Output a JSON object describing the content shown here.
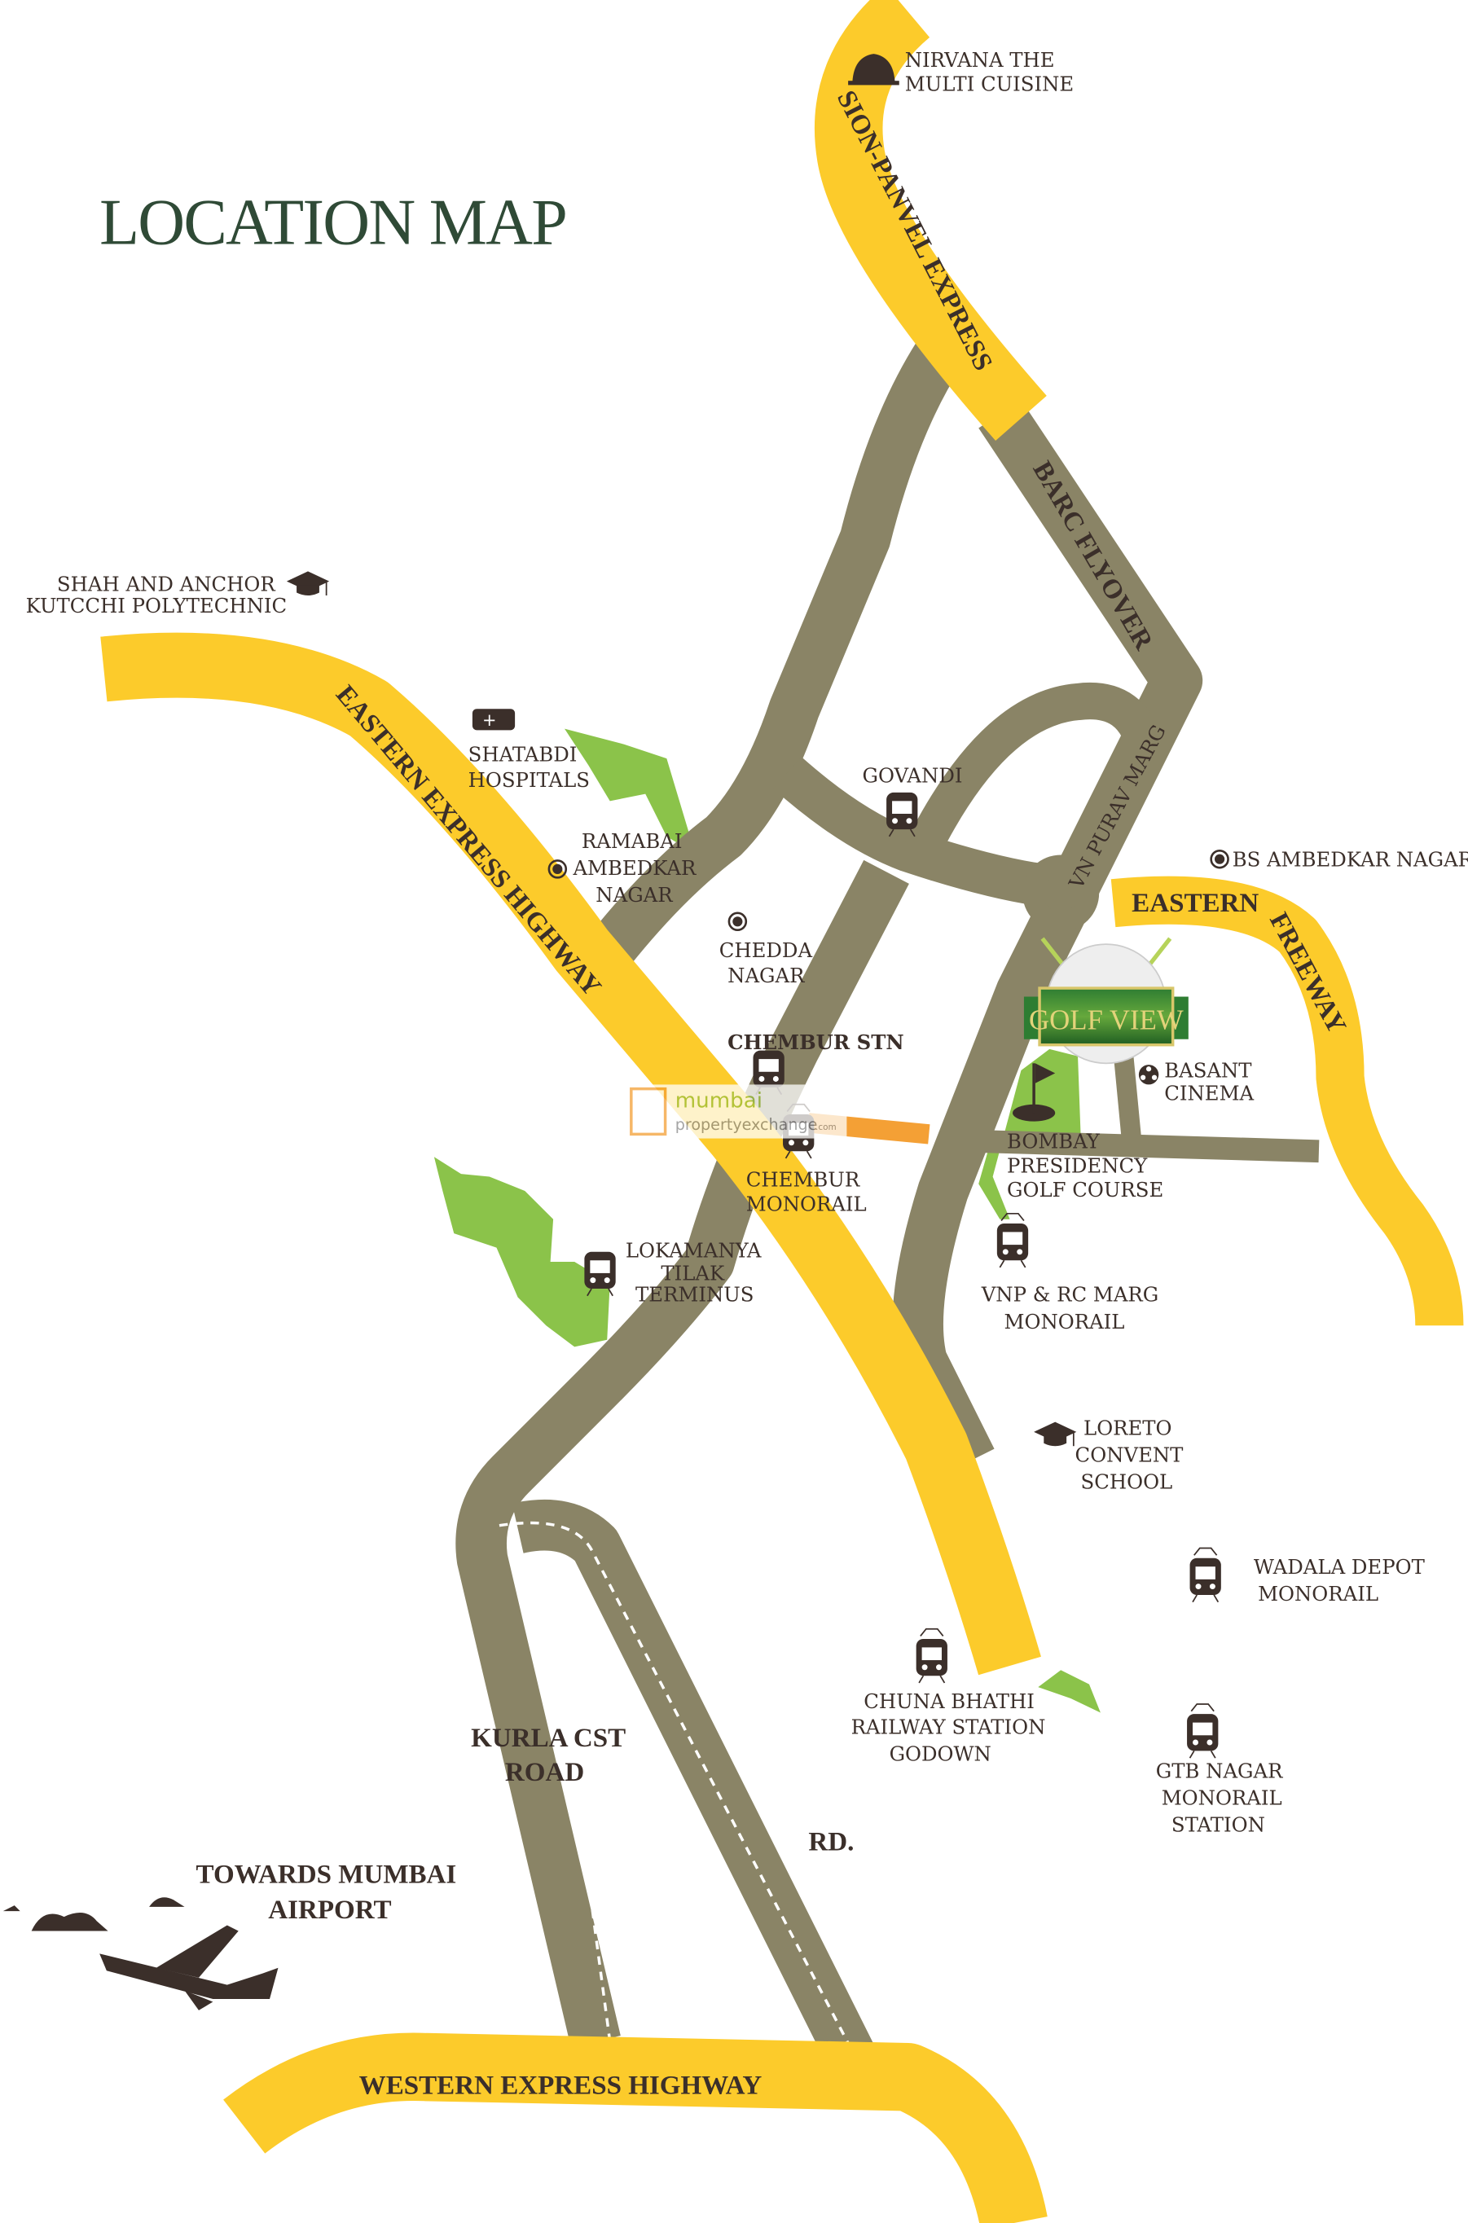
{
  "title": "LOCATION MAP",
  "colors": {
    "major_road": "#fccb2b",
    "minor_road": "#8a8466",
    "green_area": "#8bc34a",
    "connector": "#f4a035",
    "text": "#3b2f2a",
    "title": "#2f4a36"
  },
  "roads": {
    "sion_panvel": "SION-PANVEL EXPRESS",
    "barc": "BARC FLYOVER",
    "vn_purav": "VN PURAV MARG",
    "eeh": "EASTERN EXPRESS HIGHWAY",
    "eastern_freeway_1": "EASTERN",
    "eastern_freeway_2": "FREEWAY",
    "kurla_1": "KURLA CST",
    "kurla_2": "ROAD",
    "rd": "RD.",
    "weh": "WESTERN EXPRESS HIGHWAY"
  },
  "places": {
    "nirvana": [
      "NIRVANA THE",
      "MULTI CUISINE"
    ],
    "shah": [
      "SHAH  AND ANCHOR",
      "KUTCCHI POLYTECHNIC"
    ],
    "shatabdi": [
      "SHATABDI",
      "HOSPITALS"
    ],
    "ramabai": [
      "RAMABAI",
      "AMBEDKAR",
      "NAGAR"
    ],
    "govandi": "GOVANDI",
    "chedda": [
      "CHEDDA",
      "NAGAR"
    ],
    "bs_ambedkar": "BS AMBEDKAR NAGAR",
    "chembur_stn": "CHEMBUR STN",
    "basant": [
      "BASANT",
      "CINEMA"
    ],
    "bombay_presidency": [
      "BOMBAY",
      "PRESIDENCY",
      "GOLF COURSE"
    ],
    "chembur_monorail": [
      "CHEMBUR",
      "MONORAIL"
    ],
    "ltt": [
      "LOKAMANYA",
      "TILAK",
      "TERMINUS"
    ],
    "vnp": [
      "VNP & RC MARG",
      "MONORAIL"
    ],
    "loreto": [
      "LORETO",
      "CONVENT",
      "SCHOOL"
    ],
    "wadala": [
      "WADALA DEPOT",
      "MONORAIL"
    ],
    "chuna": [
      "CHUNA BHATHI",
      "RAILWAY STATION",
      "GODOWN"
    ],
    "gtb": [
      "GTB NAGAR",
      "MONORAIL",
      "STATION"
    ],
    "airport": [
      "TOWARDS MUMBAI",
      "AIRPORT"
    ]
  },
  "project": {
    "name": "GOLF VIEW"
  },
  "watermark": {
    "line1": "mumbai",
    "line2": "propertyexchange",
    "suffix": ".com"
  },
  "icons": [
    "cloche-icon",
    "graduation-cap-icon",
    "ambulance-icon",
    "location-dot-icon",
    "train-icon",
    "monorail-icon",
    "film-reel-icon",
    "golf-flag-icon",
    "airplane-icon",
    "cloud-icon",
    "golf-ball-icon"
  ]
}
